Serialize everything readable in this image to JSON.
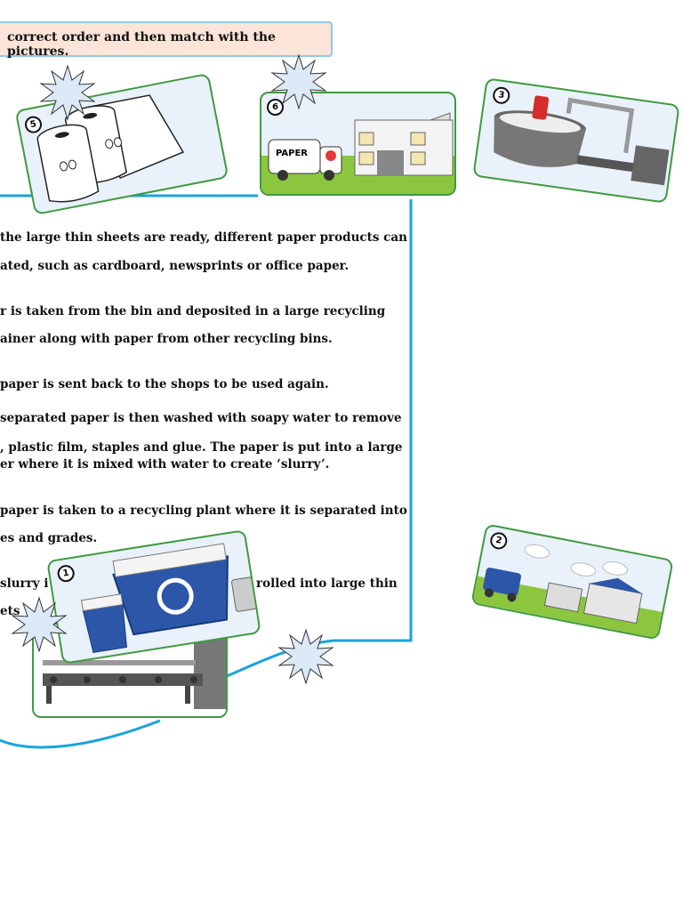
{
  "instruction": "correct order and then match with the pictures.",
  "statements": [
    {
      "line1": "the large thin sheets are ready, different paper products can",
      "line2": "ated, such as cardboard, newsprints or office paper."
    },
    {
      "line1": "r is taken from the bin and deposited in a large recycling",
      "line2": "ainer along with paper from other recycling bins."
    },
    {
      "line1": "paper is sent back to the shops to be used again."
    },
    {
      "line1": "separated paper is then washed with soapy water to remove",
      "line2": ", plastic film, staples and glue. The paper is put into a large",
      "line3": "er where it is mixed with water to create ‘slurry’."
    },
    {
      "line1": "paper is taken to a recycling plant where it is separated into",
      "line2": "es and grades."
    },
    {
      "line1": " slurry i",
      "line1b": "rolled into large thin",
      "line2": "ets"
    }
  ],
  "cards": {
    "card1": {
      "number": "1"
    },
    "card2": {
      "number": "2"
    },
    "card3": {
      "number": "3"
    },
    "card5": {
      "number": "5"
    },
    "card6": {
      "number": "6",
      "truck_label": "PAPER"
    }
  },
  "colors": {
    "card_border": "#3f9a3f",
    "card_bg": "#e9f1fa",
    "connector": "#1aa3dd",
    "instruction_bg": "#fce4d8"
  }
}
